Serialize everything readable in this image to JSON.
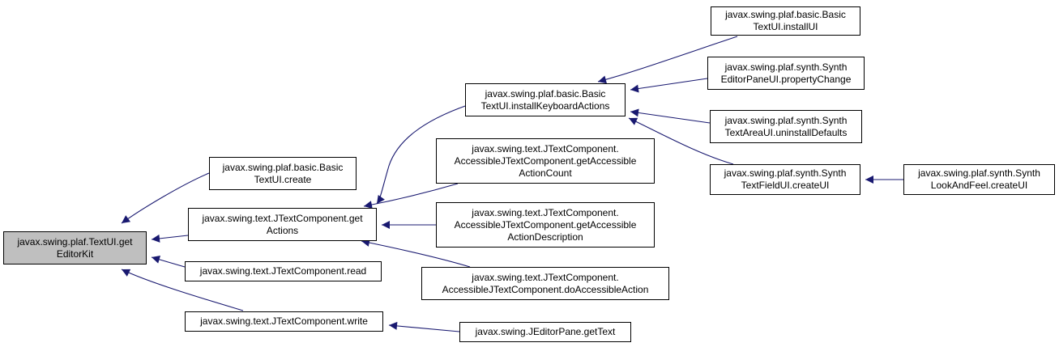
{
  "colors": {
    "edge": "#191970",
    "root_fill": "#bfbfbf",
    "node_fill": "#ffffff",
    "border": "#000000"
  },
  "nodes": {
    "root": [
      "javax.swing.plaf.TextUI.get",
      "EditorKit"
    ],
    "basic_create": [
      "javax.swing.plaf.basic.Basic",
      "TextUI.create"
    ],
    "jtc_getactions": [
      "javax.swing.text.JTextComponent.get",
      "Actions"
    ],
    "jtc_read": [
      "javax.swing.text.JTextComponent.read"
    ],
    "jtc_write": [
      "javax.swing.text.JTextComponent.write"
    ],
    "install_keyboard": [
      "javax.swing.plaf.basic.Basic",
      "TextUI.installKeyboardActions"
    ],
    "acc_count": [
      "javax.swing.text.JTextComponent.",
      "AccessibleJTextComponent.getAccessible",
      "ActionCount"
    ],
    "acc_desc": [
      "javax.swing.text.JTextComponent.",
      "AccessibleJTextComponent.getAccessible",
      "ActionDescription"
    ],
    "acc_do": [
      "javax.swing.text.JTextComponent.",
      "AccessibleJTextComponent.doAccessibleAction"
    ],
    "editorpane_gettext": [
      "javax.swing.JEditorPane.getText"
    ],
    "basic_installui": [
      "javax.swing.plaf.basic.Basic",
      "TextUI.installUI"
    ],
    "synth_editorpane": [
      "javax.swing.plaf.synth.Synth",
      "EditorPaneUI.propertyChange"
    ],
    "synth_textarea": [
      "javax.swing.plaf.synth.Synth",
      "TextAreaUI.uninstallDefaults"
    ],
    "synth_textfield": [
      "javax.swing.plaf.synth.Synth",
      "TextFieldUI.createUI"
    ],
    "synth_lookandfeel": [
      "javax.swing.plaf.synth.Synth",
      "LookAndFeel.createUI"
    ]
  }
}
